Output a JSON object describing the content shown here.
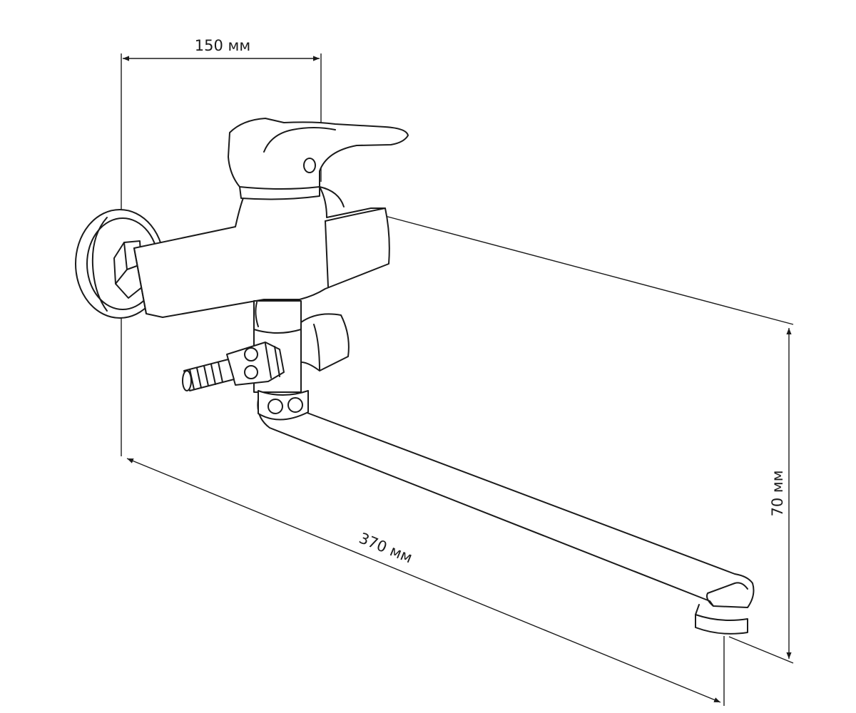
{
  "dimensions": {
    "width_top": "150 мм",
    "spout_length": "370 мм",
    "height": "70 мм"
  }
}
